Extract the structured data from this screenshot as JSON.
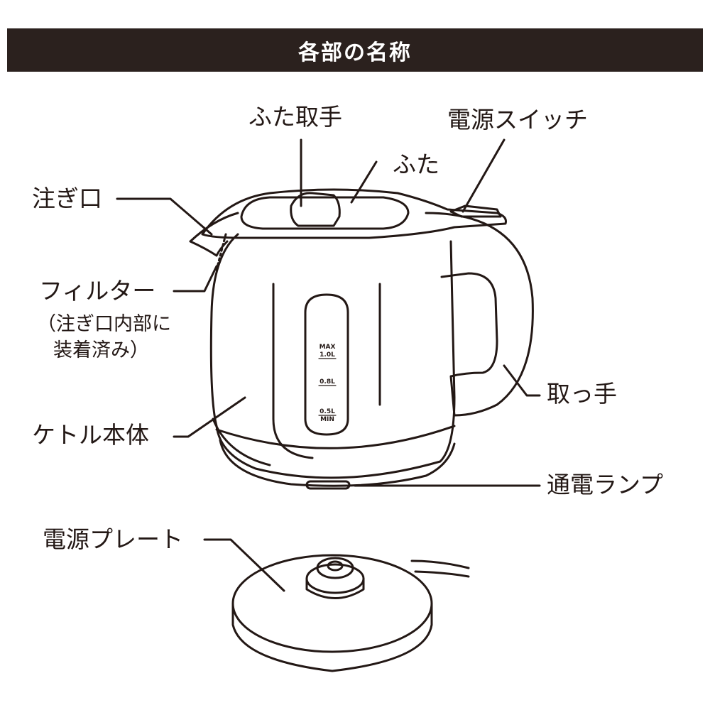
{
  "title": "各部の名称",
  "labels": {
    "lid_handle": "ふた取手",
    "power_switch": "電源スイッチ",
    "lid": "ふた",
    "spout": "注ぎ口",
    "filter": "フィルター",
    "filter_note_1": "（注ぎ口内部に",
    "filter_note_2": "装着済み）",
    "handle": "取っ手",
    "kettle_body": "ケトル本体",
    "power_lamp": "通電ランプ",
    "power_plate": "電源プレート"
  },
  "gauge": {
    "max_label": "MAX",
    "max_value": "1.0L",
    "mid_value": "0.8L",
    "min_value": "0.5L",
    "min_label": "MIN"
  },
  "colors": {
    "title_bar": "#2b211e",
    "line": "#231815"
  }
}
